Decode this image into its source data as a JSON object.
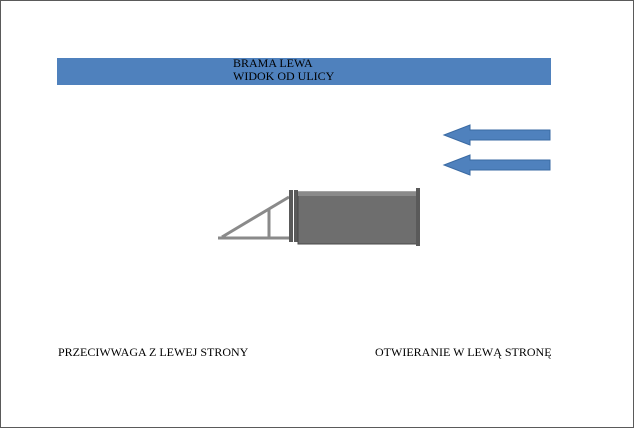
{
  "header": {
    "line1": "BRAMA LEWA",
    "line2": "WIDOK OD ULICY",
    "color": "#4f81bd"
  },
  "labels": {
    "counterweight": "PRZECIWWAGA Z LEWEJ STRONY",
    "opening": "OTWIERANIE W LEWĄ STRONĘ"
  },
  "arrows": {
    "direction": "left",
    "count": 2,
    "color": "#4f81bd"
  },
  "gate": {
    "color": "#6e6e6e"
  }
}
